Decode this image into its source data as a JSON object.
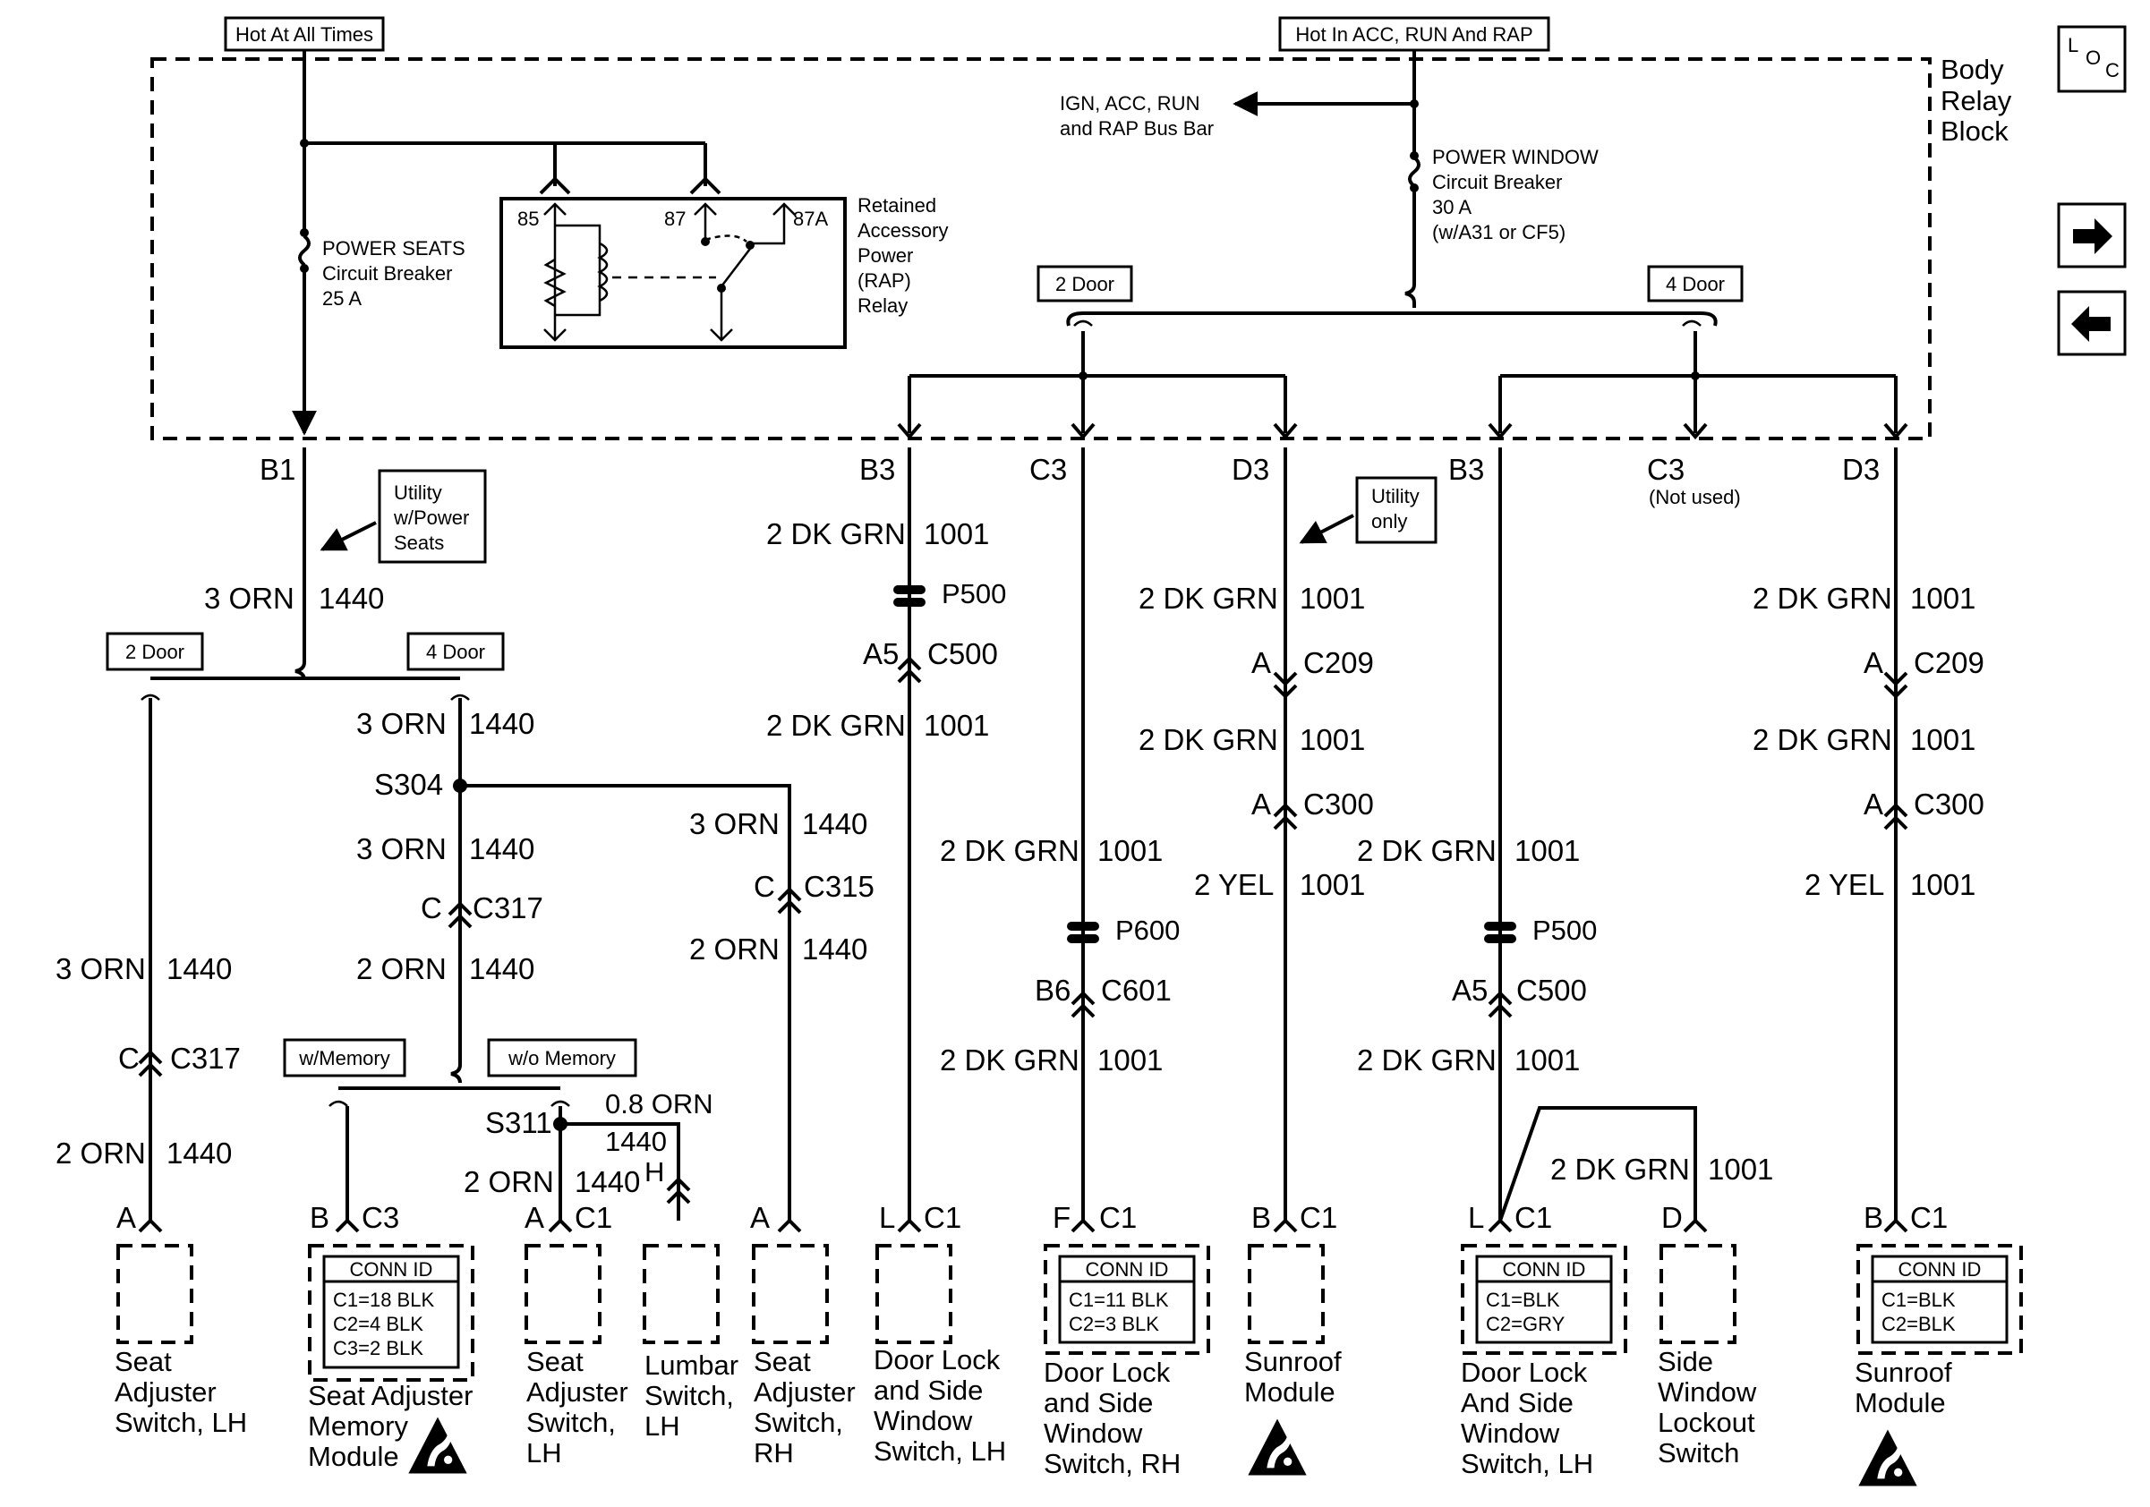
{
  "relay_block": {
    "title_lines": [
      "Body",
      "Relay",
      "Block"
    ],
    "feed_left": "Hot At All Times",
    "feed_right": "Hot In ACC, RUN And RAP",
    "bus_bar": [
      "IGN, ACC, RUN",
      "and RAP Bus Bar"
    ],
    "seat_breaker": [
      "POWER SEATS",
      "Circuit Breaker",
      "25 A"
    ],
    "window_breaker": [
      "POWER WINDOW",
      "Circuit Breaker",
      "30 A",
      "(w/A31 or CF5)"
    ],
    "relay_name": [
      "Retained",
      "Accessory",
      "Power",
      "(RAP)",
      "Relay"
    ],
    "relay_pins": [
      "85",
      "87",
      "87A"
    ],
    "option_2door": "2 Door",
    "option_4door": "4 Door"
  },
  "nav": {
    "loc_icon": "L O C",
    "next_icon": "arrow-right",
    "prev_icon": "arrow-left"
  },
  "pins": {
    "b1": "B1",
    "b3a": "B3",
    "c3a": "C3",
    "d3a": "D3",
    "b3b": "B3",
    "c3b": "C3",
    "c3b_note": "(Not used)",
    "d3b": "D3"
  },
  "notes": {
    "utility_seats": [
      "Utility",
      "w/Power",
      "Seats"
    ],
    "utility_only": [
      "Utility",
      "only"
    ],
    "seat_2door": "2 Door",
    "seat_4door": "4 Door",
    "w_memory": "w/Memory",
    "wo_memory": "w/o Memory"
  },
  "wires": {
    "orn3": "3 ORN",
    "orn2": "2 ORN",
    "orn08": "0.8 ORN",
    "c1440": "1440",
    "dkgrn2": "2 DK GRN",
    "c1001": "1001",
    "yel2": "2 YEL"
  },
  "connectors": {
    "s304": "S304",
    "s311": "S311",
    "c317": "C317",
    "c315": "C315",
    "p500": "P500",
    "c500": "C500",
    "a5": "A5",
    "p600": "P600",
    "c601": "C601",
    "b6": "B6",
    "c209": "C209",
    "c300": "C300",
    "a": "A",
    "c": "C",
    "h": "H"
  },
  "components": [
    {
      "name": [
        "Seat",
        "Adjuster",
        "Switch, LH"
      ],
      "pin": "A",
      "conn": ""
    },
    {
      "name": [
        "Seat Adjuster",
        "Memory",
        "Module"
      ],
      "pin": "B",
      "conn": "C3",
      "conn_id": [
        "CONN ID",
        "C1=18 BLK",
        "C2=4 BLK",
        "C3=2 BLK"
      ]
    },
    {
      "name": [
        "Seat",
        "Adjuster",
        "Switch,",
        "LH"
      ],
      "pin": "A",
      "conn": "C1"
    },
    {
      "name": [
        "Lumbar",
        "Switch,",
        "LH"
      ],
      "pin": "",
      "conn": ""
    },
    {
      "name": [
        "Seat",
        "Adjuster",
        "Switch,",
        "RH"
      ],
      "pin": "A",
      "conn": ""
    },
    {
      "name": [
        "Door Lock",
        "and Side",
        "Window",
        "Switch, LH"
      ],
      "pin": "L",
      "conn": "C1"
    },
    {
      "name": [
        "Door Lock",
        "and Side",
        "Window",
        "Switch, RH"
      ],
      "pin": "F",
      "conn": "C1",
      "conn_id": [
        "CONN ID",
        "C1=11 BLK",
        "C2=3 BLK"
      ]
    },
    {
      "name": [
        "Sunroof",
        "Module"
      ],
      "pin": "B",
      "conn": "C1"
    },
    {
      "name": [
        "Door Lock",
        "And Side",
        "Window",
        "Switch, LH"
      ],
      "pin": "L",
      "conn": "C1",
      "conn_id": [
        "CONN ID",
        "C1=BLK",
        "C2=GRY"
      ]
    },
    {
      "name": [
        "Side",
        "Window",
        "Lockout",
        "Switch"
      ],
      "pin": "D",
      "conn": ""
    },
    {
      "name": [
        "Sunroof",
        "Module"
      ],
      "pin": "B",
      "conn": "C1",
      "conn_id": [
        "CONN ID",
        "C1=BLK",
        "C2=BLK"
      ]
    }
  ]
}
